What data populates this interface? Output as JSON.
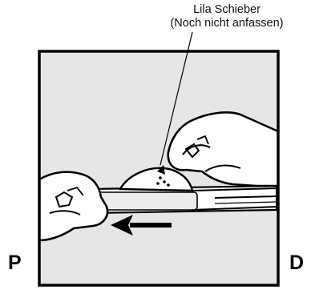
{
  "callout": {
    "line1": "Lila Schieber",
    "line2": "(Noch nicht anfassen)"
  },
  "labels": {
    "proximal": "P",
    "distal": "D"
  },
  "colors": {
    "panel_fill": "#e6e6e6",
    "ink": "#000000",
    "hand_fill": "#ffffff"
  },
  "icons": {
    "direction_arrow": "arrow-left-icon"
  }
}
